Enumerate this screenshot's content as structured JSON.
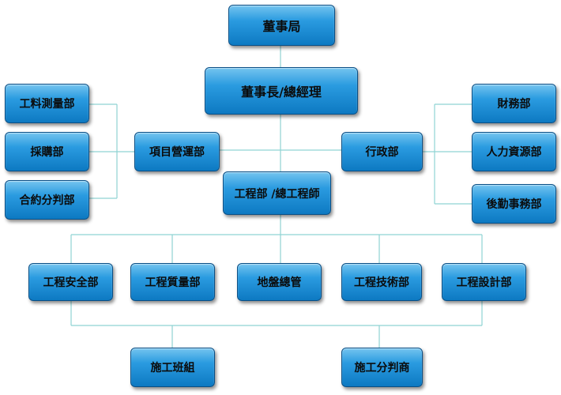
{
  "nodes": {
    "board": "董事局",
    "chairman_gm": "董事長/總經理",
    "quantity_survey": "工料測量部",
    "procurement": "採購部",
    "contract_claims": "合約分判部",
    "project_management": "項目營運部",
    "admin": "行政部",
    "finance": "財務部",
    "hr": "人力資源部",
    "logistics": "後勤事務部",
    "engineering_chief": "工程部 /總工程師",
    "safety": "工程安全部",
    "quality": "工程質量部",
    "foundation": "地盤總管",
    "technical": "工程技術部",
    "design": "工程設計部",
    "construction_team": "施工班組",
    "subcontractor": "施工分判商"
  },
  "colors": {
    "node_fill": "#1b8fd8",
    "node_border": "#0a4f86",
    "connector": "#8fd3d3"
  }
}
